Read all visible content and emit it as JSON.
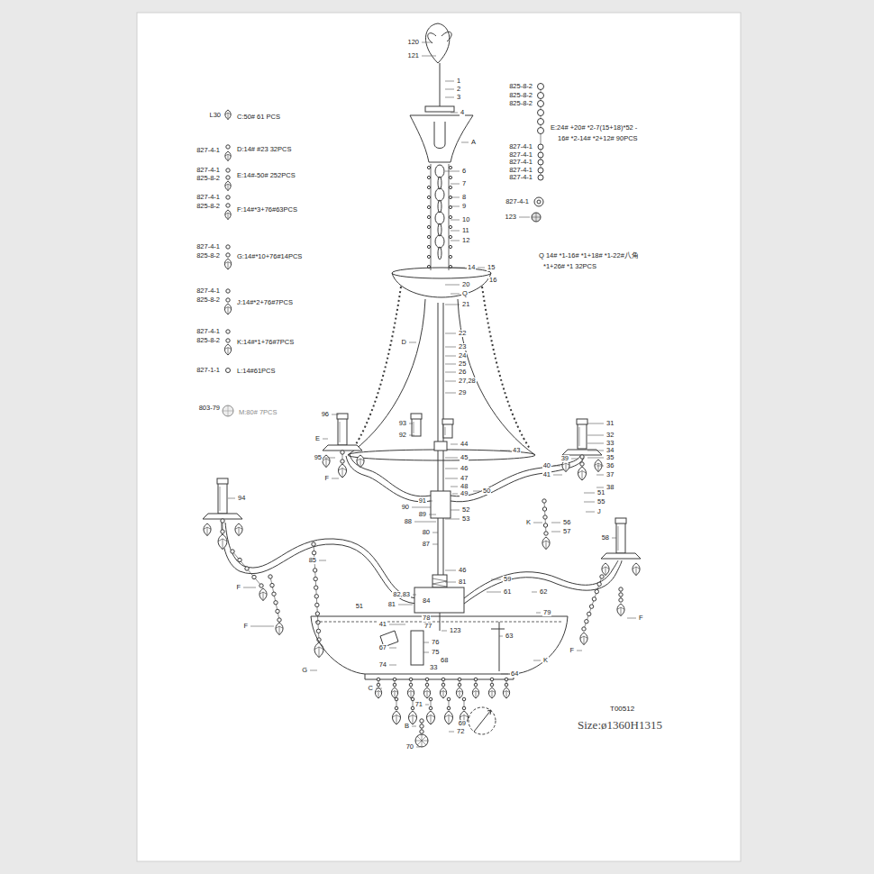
{
  "diagram": {
    "labels": [
      "120",
      "121",
      "1",
      "2",
      "3",
      "4",
      "A",
      "6",
      "7",
      "8",
      "9",
      "10",
      "11",
      "12",
      "14",
      "15",
      "16",
      "20",
      "Q",
      "21",
      "D",
      "22",
      "23",
      "24",
      "25",
      "26",
      "27,28",
      "29",
      "43",
      "96",
      "31",
      "32",
      "33",
      "34",
      "35",
      "39",
      "40",
      "36",
      "41",
      "37",
      "38",
      "E",
      "95",
      "F",
      "93",
      "92",
      "44",
      "45",
      "46",
      "47",
      "48",
      "49",
      "50",
      "90",
      "91",
      "52",
      "53",
      "89",
      "88",
      "51",
      "55",
      "J",
      "K",
      "56",
      "57",
      "94",
      "58",
      "80",
      "87",
      "85",
      "46",
      "81",
      "59",
      "61",
      "62",
      "82,83",
      "84",
      "81",
      "41",
      "78",
      "77",
      "123",
      "79",
      "51",
      "67",
      "76",
      "75",
      "63",
      "74",
      "68",
      "33",
      "64",
      "K",
      "G",
      "C",
      "F",
      "F",
      "F",
      "F",
      "71",
      "69",
      "B",
      "72",
      "70",
      "T00512",
      "Size:ø1360H1315",
      "L30",
      "C:50# 61 PCS",
      "827-4-1",
      "D:14# #23 32PCS",
      "827-4-1",
      "825-8-2",
      "E:14#-50# 252PCS",
      "827-4-1",
      "825-8-2",
      "F:14#*3+76#63PCS",
      "827-4-1",
      "825-8-2",
      "G:14#*10+76#14PCS",
      "827-4-1",
      "825-8-2",
      "J:14#*2+76#7PCS",
      "827-4-1",
      "825-8-2",
      "K:14#*1+76#7PCS",
      "827-1-1",
      "L:14#61PCS",
      "803-79",
      "M:80# 7PCS",
      "825-8-2",
      "825-8-2",
      "825-8-2",
      "E:24# +20# *2-7(15+18)*52 -",
      "16# *2-14# *2+12# 90PCS",
      "827-4-1",
      "827-4-1",
      "827-4-1",
      "827-4-1",
      "827-4-1",
      "827-4-1",
      "123",
      "Q  14# *1-16# *1+18# *1-22#八角",
      "*1+26# *1  32PCS"
    ]
  }
}
